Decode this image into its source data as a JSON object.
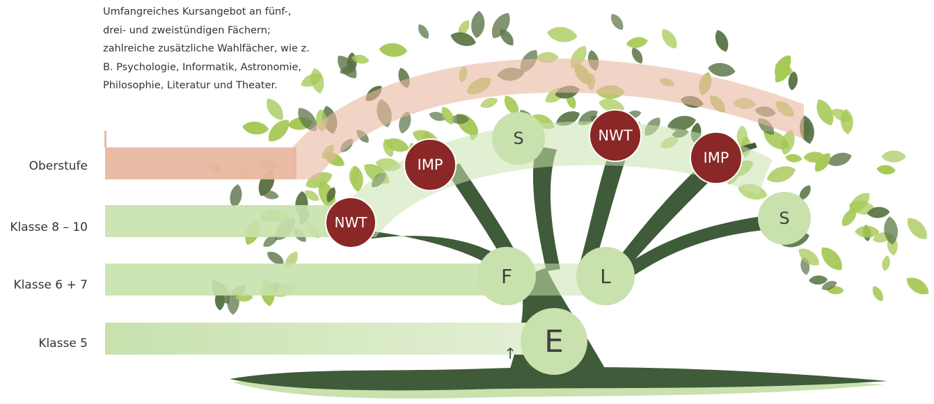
{
  "description": "Umfangreiches Kursangebot an fünf-, drei- und zweistündigen Fächern; zahlreiche zusätzliche Wahlfächer, wie z. B. Psychologie, Informatik, Astronomie, Philosophie, Literatur und Theater.",
  "levels": [
    "Oberstufe",
    "Klasse 8 – 10",
    "Klasse 6 + 7",
    "Klasse 5"
  ],
  "nodes": {
    "e": "E",
    "f": "F",
    "l": "L",
    "s_left": "S",
    "s_right": "S",
    "nwt_left": "NWT",
    "nwt_top": "NWT",
    "imp_left": "IMP",
    "imp_right": "IMP"
  },
  "arrow_glyph": "↑",
  "colors": {
    "band_oberstufe": "#e9b8a0",
    "band_green": "#c8e1ad",
    "trunk": "#3f5b39",
    "node_green": "#c8e1ad",
    "node_red": "#8a2727",
    "leaf_light": "#a7c957",
    "leaf_dark": "#5a7445"
  }
}
